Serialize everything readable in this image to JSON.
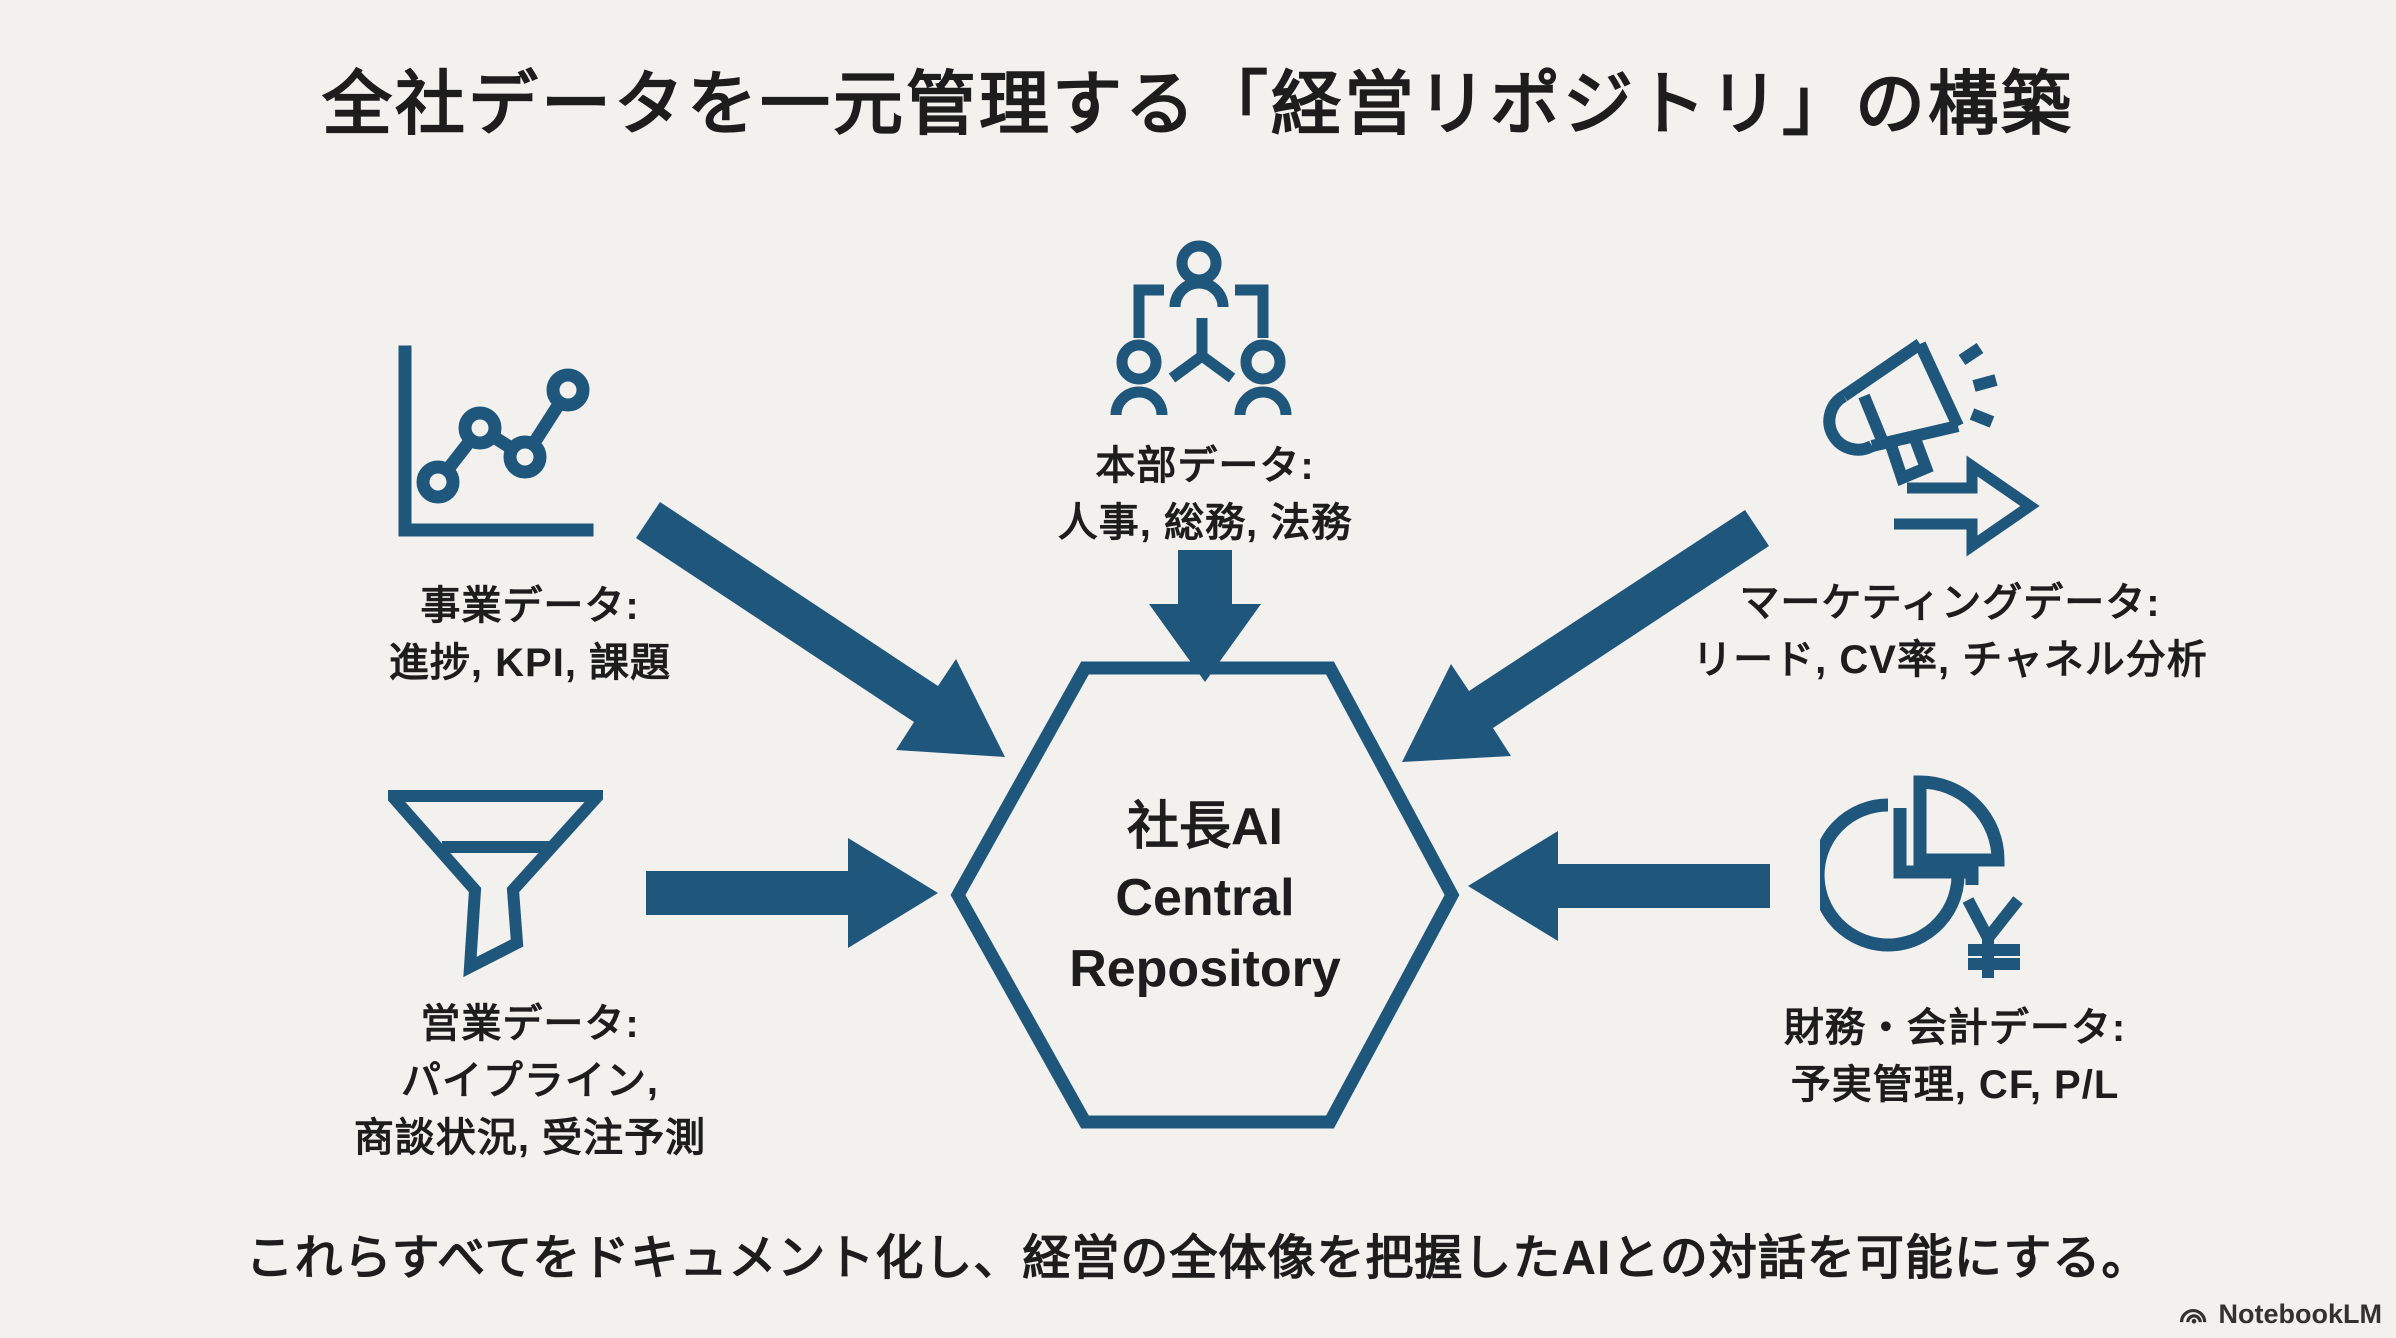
{
  "title": "全社データを一元管理する「経営リポジトリ」の構築",
  "center": {
    "line1": "社長AI",
    "line2": "Central",
    "line3": "Repository"
  },
  "nodes": {
    "business": {
      "icon": "line-chart-icon",
      "title": "事業データ:",
      "detail1": "進捗, KPI, 課題"
    },
    "headquarters": {
      "icon": "org-chart-icon",
      "title": "本部データ:",
      "detail1": "人事, 総務, 法務"
    },
    "marketing": {
      "icon": "megaphone-arrow-icon",
      "title": "マーケティングデータ:",
      "detail1": "リード, CV率, チャネル分析"
    },
    "sales": {
      "icon": "funnel-icon",
      "title": "営業データ:",
      "detail1": "パイプライン,",
      "detail2": "商談状況, 受注予測"
    },
    "finance": {
      "icon": "pie-chart-yen-icon",
      "title": "財務・会計データ:",
      "detail1": "予実管理, CF, P/L"
    }
  },
  "footer": "これらすべてをドキュメント化し、経営の全体像を把握したAIとの対話を可能にする。",
  "branding": {
    "name": "NotebookLM"
  },
  "colors": {
    "accent": "#1f567c",
    "background": "#f2f1ed",
    "text": "#1d1d1d"
  }
}
